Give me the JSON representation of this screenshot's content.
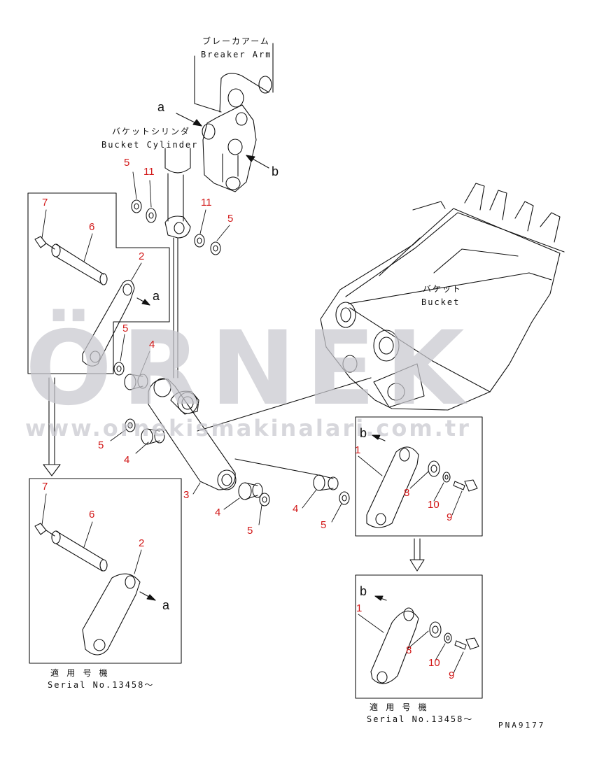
{
  "labels": {
    "breaker_arm_jp": "ブレーカアーム",
    "breaker_arm_en": "Breaker Arm",
    "bucket_cylinder_jp": "バケットシリンダ",
    "bucket_cylinder_en": "Bucket Cylinder",
    "bucket_jp": "バケット",
    "bucket_en": "Bucket",
    "serial_jp": "適 用 号 機",
    "serial_en": "Serial No.13458～",
    "drawing_code": "PNA9177"
  },
  "arrows": {
    "a": "a",
    "b": "b"
  },
  "parts": {
    "p1": "1",
    "p2": "2",
    "p3": "3",
    "p4": "4",
    "p5": "5",
    "p6": "6",
    "p7": "7",
    "p8": "8",
    "p9": "9",
    "p10": "10",
    "p11": "11"
  },
  "watermark": {
    "brand": "ÖRNEK",
    "url": "www.ornekismakinalari.com.tr",
    "color": "#c9c9cf",
    "accent": "#f2c84b"
  },
  "colors": {
    "part_numbers": "#d21818",
    "lines": "#111111"
  }
}
